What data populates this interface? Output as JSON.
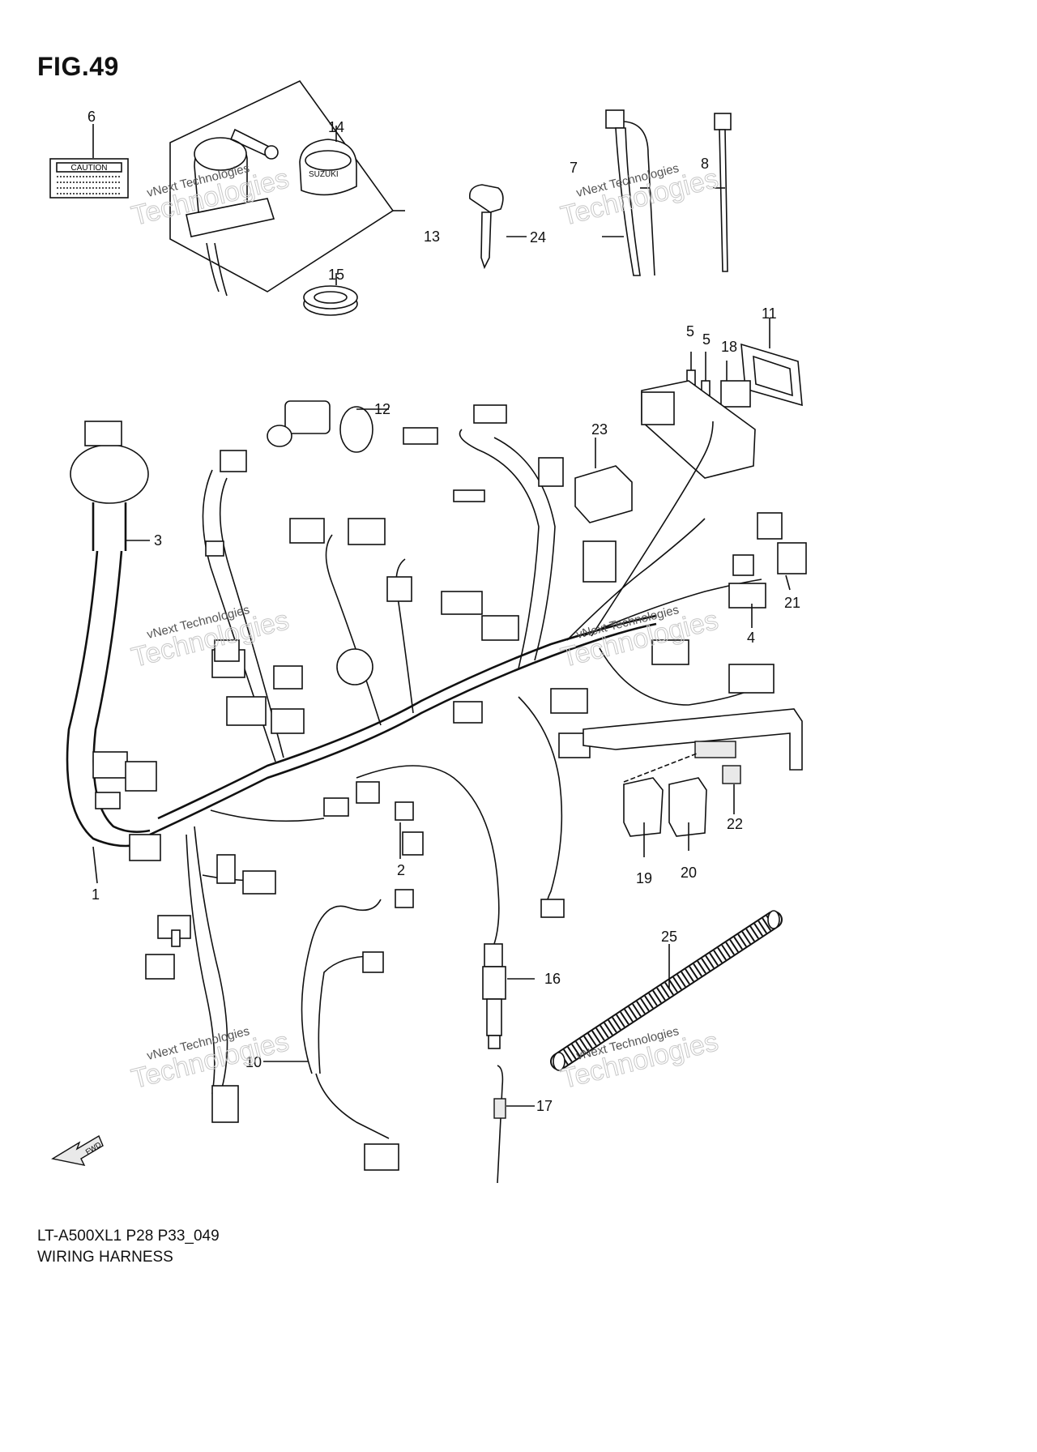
{
  "figure": {
    "title": "FIG.49",
    "model_code": "LT-A500XL1 P28 P33_049",
    "caption": "WIRING HARNESS",
    "fwd_label": "FWD",
    "caution_label": "CAUTION",
    "brand_mark": "SUZUKI"
  },
  "watermark": {
    "line1": "vNext Technologies",
    "line2": "Technologies"
  },
  "callouts": [
    "1",
    "2",
    "3",
    "4",
    "5",
    "5",
    "6",
    "7",
    "8",
    "10",
    "11",
    "12",
    "13",
    "14",
    "15",
    "16",
    "17",
    "18",
    "19",
    "20",
    "21",
    "22",
    "23",
    "24",
    "25"
  ]
}
